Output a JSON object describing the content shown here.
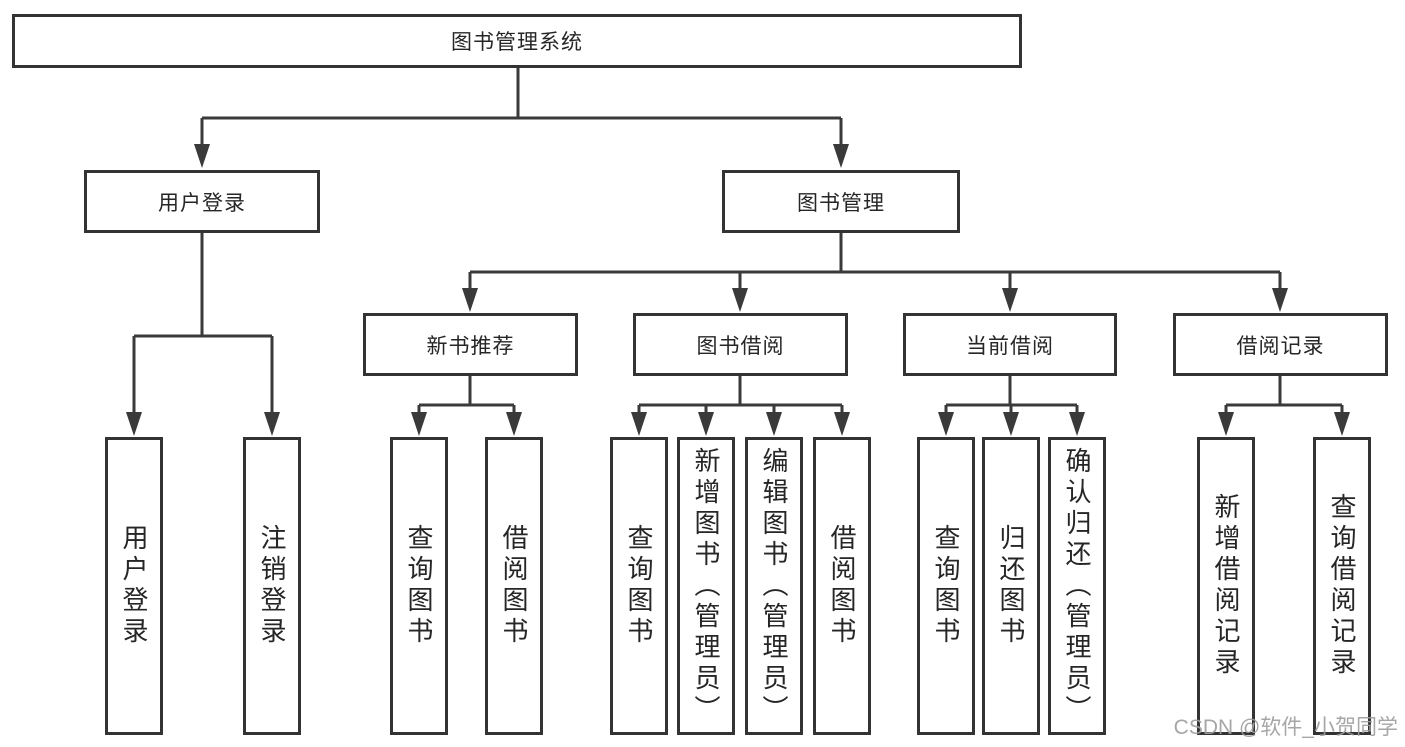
{
  "diagram": {
    "type": "hierarchy-tree",
    "root": {
      "label": "图书管理系统"
    },
    "branches": [
      {
        "label": "用户登录",
        "children": [
          {
            "label": "用户登录"
          },
          {
            "label": "注销登录"
          }
        ]
      },
      {
        "label": "图书管理",
        "children": [
          {
            "label": "新书推荐",
            "children": [
              {
                "label": "查询图书"
              },
              {
                "label": "借阅图书"
              }
            ]
          },
          {
            "label": "图书借阅",
            "children": [
              {
                "label": "查询图书"
              },
              {
                "label": "新增图书（管理员）"
              },
              {
                "label": "编辑图书（管理员）"
              },
              {
                "label": "借阅图书"
              }
            ]
          },
          {
            "label": "当前借阅",
            "children": [
              {
                "label": "查询图书"
              },
              {
                "label": "归还图书"
              },
              {
                "label": "确认归还（管理员）"
              }
            ]
          },
          {
            "label": "借阅记录",
            "children": [
              {
                "label": "新增借阅记录"
              },
              {
                "label": "查询借阅记录"
              }
            ]
          }
        ]
      }
    ]
  },
  "watermark": {
    "text": "CSDN @软件_小贺同学",
    "color": "#9e9e9e"
  },
  "colors": {
    "background": "#ffffff",
    "box_border": "#333333",
    "connector_line": "#3a3a3a",
    "text": "#262626"
  }
}
